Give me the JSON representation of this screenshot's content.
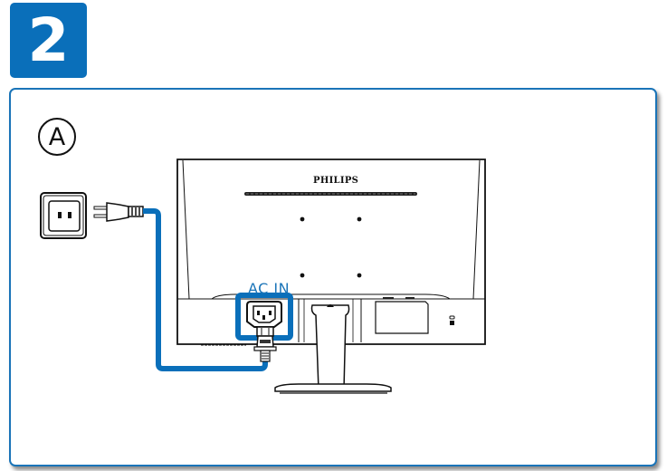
{
  "step": {
    "number": "2",
    "color": "#0a6fba"
  },
  "panel": {
    "callout": "A",
    "frame_color": "#1a74b8"
  },
  "monitor": {
    "brand": "PHILIPS",
    "port_label": "AC IN",
    "highlight_color": "#1a74b8"
  },
  "cable": {
    "color": "#0a6fba"
  },
  "icons": {
    "wall_outlet": "wall-outlet-icon",
    "power_plug": "power-plug-icon",
    "ac_socket": "ac-in-socket-icon",
    "kensington_lock": "kensington-lock-icon"
  }
}
